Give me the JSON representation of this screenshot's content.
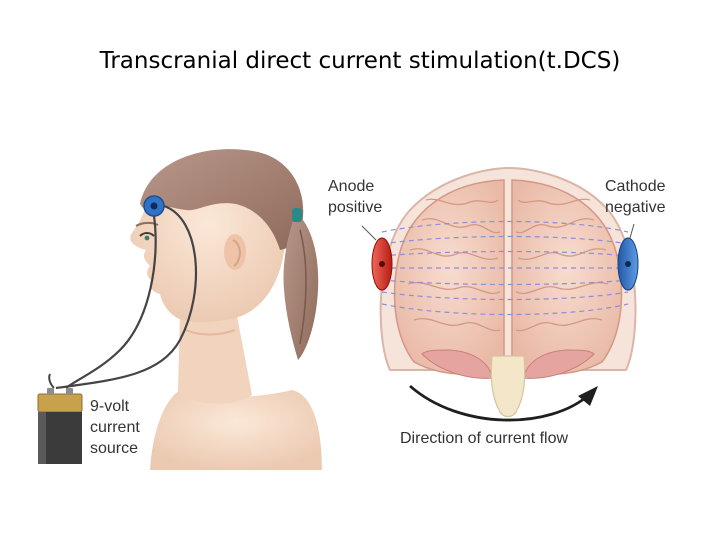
{
  "title": "Transcranial direct current stimulation(t.DCS)",
  "labels": {
    "anode_line1": "Anode",
    "anode_line2": "positive",
    "cathode_line1": "Cathode",
    "cathode_line2": "negative",
    "battery_line1": "9-volt",
    "battery_line2": "current",
    "battery_line3": "source",
    "flow": "Direction of current flow"
  },
  "colors": {
    "anode": "#d32a1f",
    "cathode": "#2f73c8",
    "skin": "#f5dcc8",
    "hair": "#a88472",
    "brain": "#f3cfc0",
    "battery_cap": "#c9a14a",
    "battery_body": "#3b3b3b"
  },
  "icons": {
    "head_electrode": "blue-electrode-icon",
    "battery": "battery-icon",
    "flow_arrow": "curved-arrow-icon"
  }
}
